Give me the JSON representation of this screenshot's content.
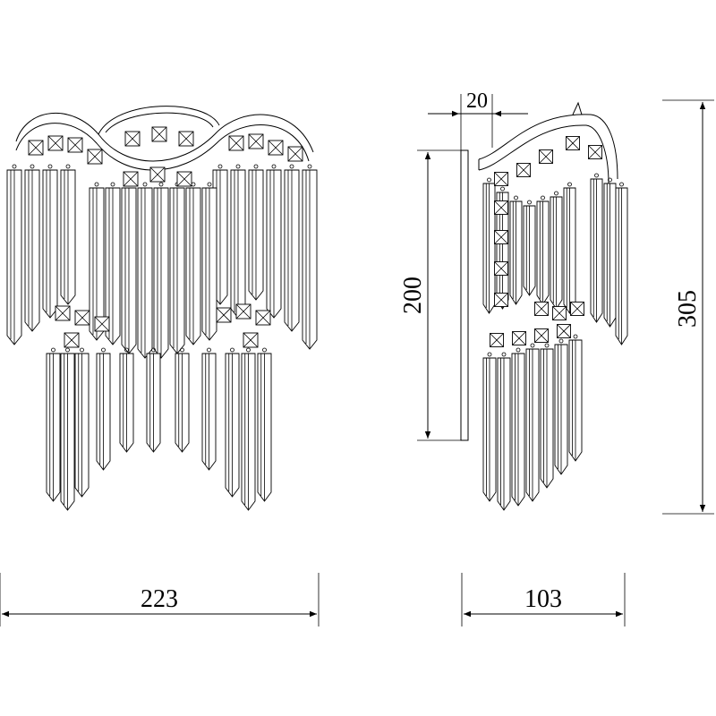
{
  "drawing": {
    "type": "dimension-drawing",
    "line_color": "#000000",
    "background_color": "#ffffff"
  },
  "dimensions": {
    "front_width": "223",
    "side_depth": "103",
    "backplate_projection": "20",
    "backplate_height": "200",
    "overall_height": "305"
  }
}
